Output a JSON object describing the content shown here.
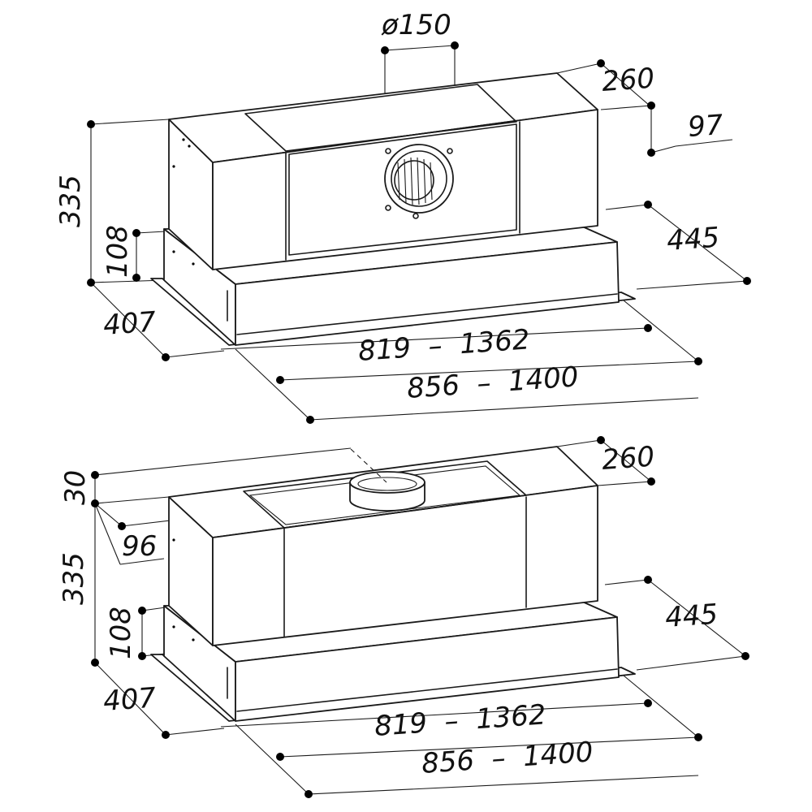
{
  "diagram": {
    "top_view": {
      "duct_diameter": "ø150",
      "depth_top": "260",
      "duct_offset": "97",
      "height_total": "335",
      "height_front": "108",
      "side_depth": "407",
      "right_depth": "445",
      "width_inner": "819  –  1362",
      "width_outer": "856  –  1400"
    },
    "bottom_view": {
      "collar_height": "30",
      "depth_top": "260",
      "collar_offset": "96",
      "height_total": "335",
      "height_front": "108",
      "side_depth": "407",
      "right_depth": "445",
      "width_inner": "819  –  1362",
      "width_outer": "856  –  1400"
    }
  }
}
